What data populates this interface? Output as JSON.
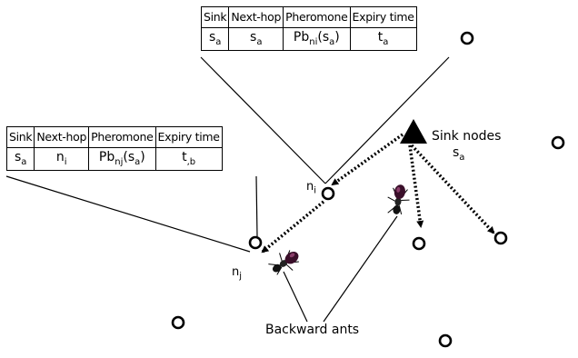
{
  "table_top": {
    "headers": [
      "Sink",
      "Next-hop",
      "Pheromone",
      "Expiry time"
    ],
    "row": {
      "sink": "s",
      "sink_sub": "a",
      "next_hop": "s",
      "next_hop_sub": "a",
      "pheromone_pre": "Pb",
      "pheromone_sub": "ni",
      "pheromone_arg": "(s",
      "pheromone_arg_sub": "a",
      "pheromone_close": ")",
      "expiry": "t",
      "expiry_sub": "a"
    }
  },
  "table_left": {
    "headers": [
      "Sink",
      "Next-hop",
      "Pheromone",
      "Expiry time"
    ],
    "row": {
      "sink": "s",
      "sink_sub": "a",
      "next_hop": "n",
      "next_hop_sub": "i",
      "pheromone_pre": "Pb",
      "pheromone_sub": "nj",
      "pheromone_arg": "(s",
      "pheromone_arg_sub": "a",
      "pheromone_close": ")",
      "expiry": "t",
      "expiry_sub": ",b"
    }
  },
  "labels": {
    "sink_nodes": "Sink nodes",
    "sink_id": "s",
    "sink_id_sub": "a",
    "node_i": "n",
    "node_i_sub": "i",
    "node_j": "n",
    "node_j_sub": "j",
    "backward_ants": "Backward ants"
  }
}
